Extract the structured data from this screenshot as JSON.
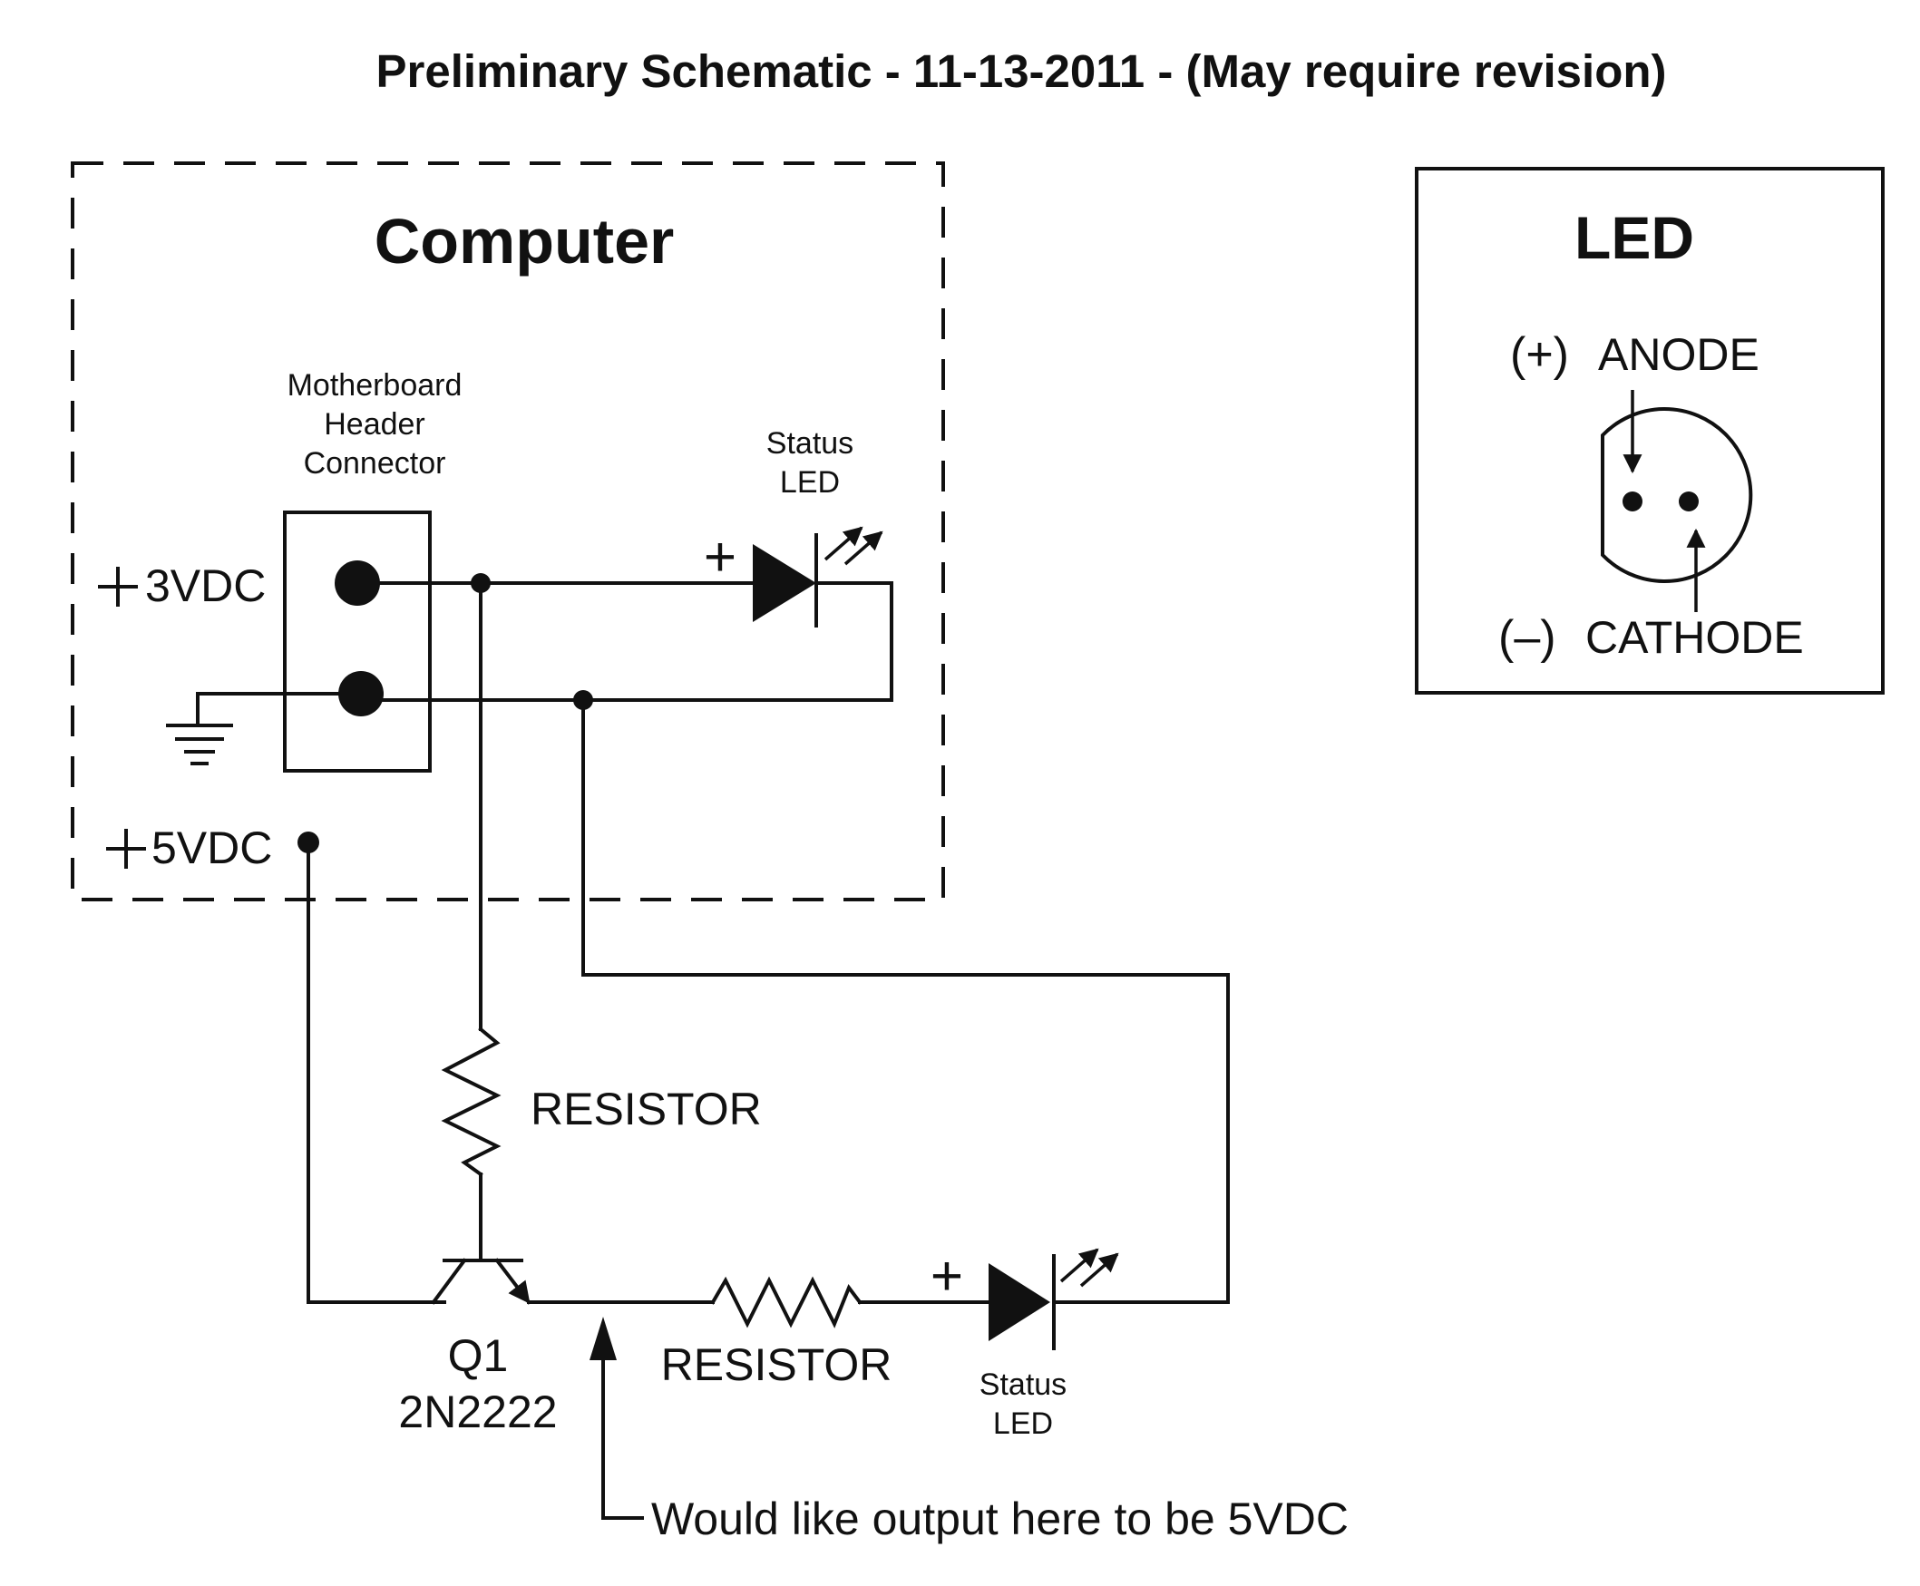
{
  "title": "Preliminary Schematic - 11-13-2011 - (May require revision)",
  "computer": {
    "label": "Computer",
    "header": [
      "Motherboard",
      "Header",
      "Connector"
    ],
    "plus_3vdc": "3VDC",
    "plus_5vdc": "5VDC",
    "status_led": [
      "Status",
      "LED"
    ],
    "plus_sign": "+"
  },
  "circuit": {
    "resistor1": "RESISTOR",
    "resistor2": "RESISTOR",
    "transistor_ref": "Q1",
    "transistor_part": "2N2222",
    "status_led": [
      "Status",
      "LED"
    ],
    "plus_sign": "+",
    "annotation": "Would like output here to be 5VDC"
  },
  "led_legend": {
    "title": "LED",
    "anode_sign": "(+)",
    "anode": "ANODE",
    "cathode_sign": "(–)",
    "cathode": "CATHODE"
  }
}
